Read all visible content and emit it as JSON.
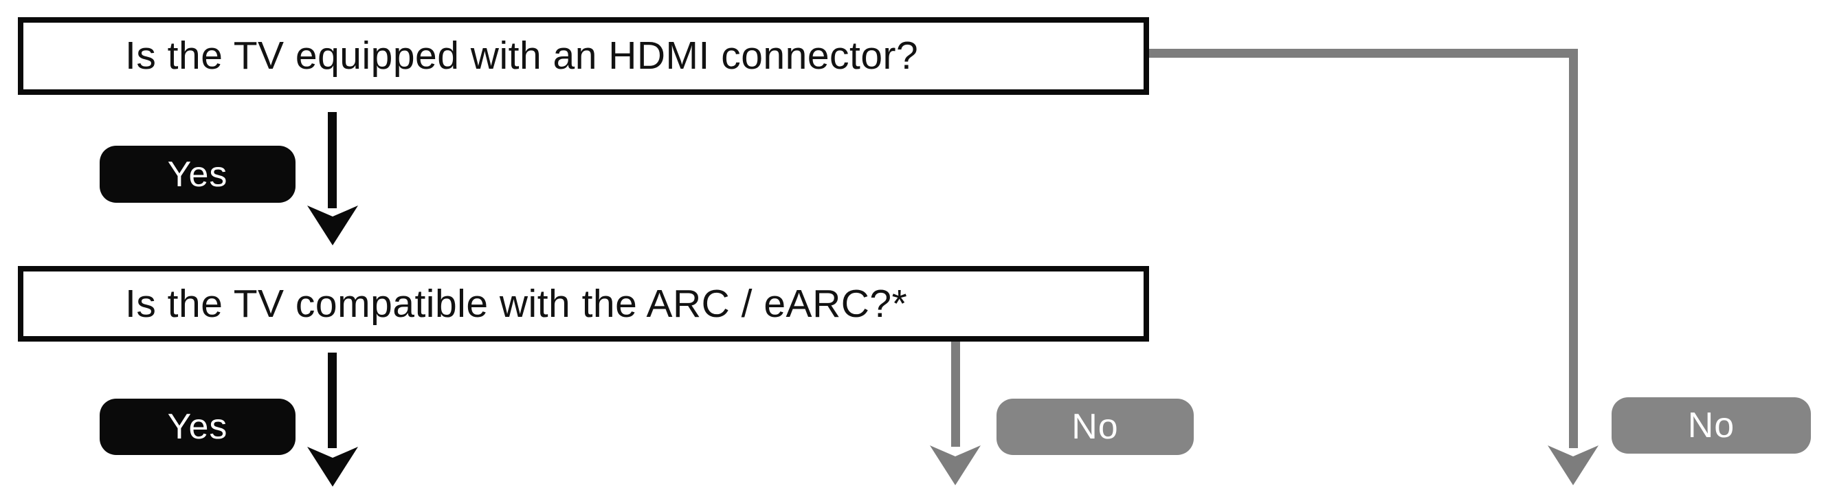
{
  "flowchart": {
    "question1": {
      "text": "Is the TV equipped with an HDMI connector?"
    },
    "question2": {
      "text": "Is the TV compatible with the ARC / eARC?*"
    },
    "labels": {
      "yes1": "Yes",
      "yes2": "Yes",
      "no_middle": "No",
      "no_right": "No"
    },
    "colors": {
      "background": "#ffffff",
      "box_border": "#0a0a0a",
      "question_text": "#121212",
      "yes_pill_bg": "#0a0a0a",
      "no_pill_bg": "#858585",
      "pill_text": "#ffffff",
      "black_arrow": "#0a0a0a",
      "gray_arrow": "#7d7d7d"
    }
  }
}
